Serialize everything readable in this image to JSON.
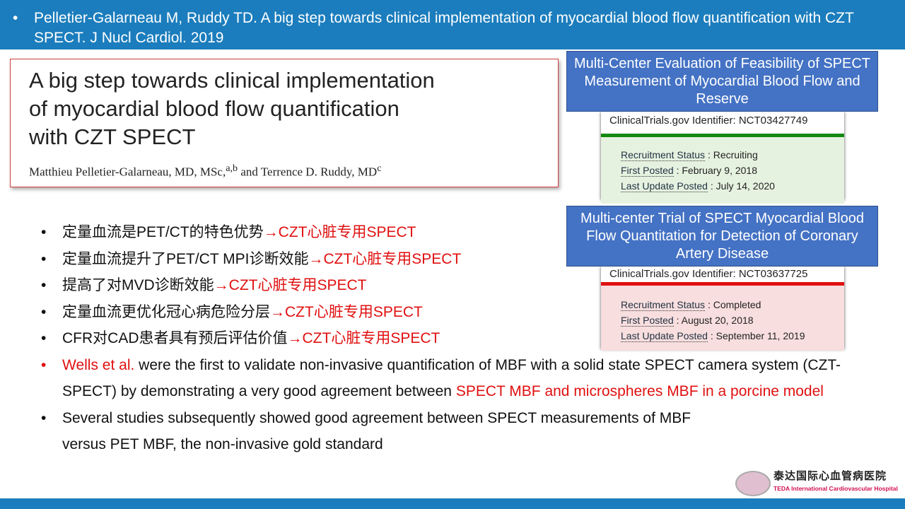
{
  "header": {
    "bullet": "•",
    "citation": "Pelletier-Galarneau M, Ruddy TD. A big step towards clinical implementation of myocardial blood flow quantification with CZT SPECT. J Nucl Cardiol. 2019"
  },
  "article": {
    "title_lines": [
      "A big step towards clinical implementation",
      "of myocardial blood flow quantification",
      "with CZT SPECT"
    ],
    "authors": "Matthieu Pelletier-Galarneau, MD, MSc,",
    "authors_sup": "a,b",
    "authors2": " and Terrence D. Ruddy, MD",
    "authors2_sup": "c"
  },
  "trials": [
    {
      "title": "Multi-Center Evaluation of Feasibility of SPECT Measurement of Myocardial Blood Flow and Reserve",
      "identifier": "ClinicalTrials.gov Identifier: NCT03427749",
      "color": "#138a13",
      "bg": "#e6f2e0",
      "rows": [
        {
          "label": "Recruitment Status",
          "value": " : Recruiting"
        },
        {
          "label": "First Posted",
          "value": " : February 9, 2018"
        },
        {
          "label": "Last Update Posted",
          "value": " : July 14, 2020"
        }
      ]
    },
    {
      "title": "Multi-center Trial of SPECT Myocardial Blood Flow Quantitation for Detection of Coronary Artery Disease",
      "identifier": "ClinicalTrials.gov Identifier: NCT03637725",
      "color": "#e01010",
      "bg": "#f8dede",
      "rows": [
        {
          "label": "Recruitment Status",
          "value": " : Completed"
        },
        {
          "label": "First Posted",
          "value": " : August 20, 2018"
        },
        {
          "label": "Last Update Posted",
          "value": " : September 11, 2019"
        }
      ]
    }
  ],
  "bullets": [
    {
      "text": "定量血流是PET/CT的特色优势",
      "red": "→CZT心脏专用SPECT"
    },
    {
      "text": "定量血流提升了PET/CT MPI诊断效能",
      "red": "→CZT心脏专用SPECT"
    },
    {
      "text": "提高了对MVD诊断效能",
      "red": "→CZT心脏专用SPECT"
    },
    {
      "text": "定量血流更优化冠心病危险分层",
      "red": "→CZT心脏专用SPECT"
    },
    {
      "text": "CFR对CAD患者具有预后评估价值",
      "red": "→CZT心脏专用SPECT"
    }
  ],
  "wells": {
    "red1": "Wells et al.",
    "text": " were the first to validate non-invasive quantification of MBF with a solid state SPECT camera system (CZT-SPECT) by demonstrating a very good agreement between ",
    "red2": "SPECT MBF and microspheres MBF in a porcine model"
  },
  "several": "Several studies subsequently showed good agreement between SPECT measurements of MBF versus PET MBF, the non-invasive gold standard",
  "logo": {
    "cn": "泰达国际心血管病医院",
    "en": "TEDA International Cardiovascular Hospital"
  }
}
